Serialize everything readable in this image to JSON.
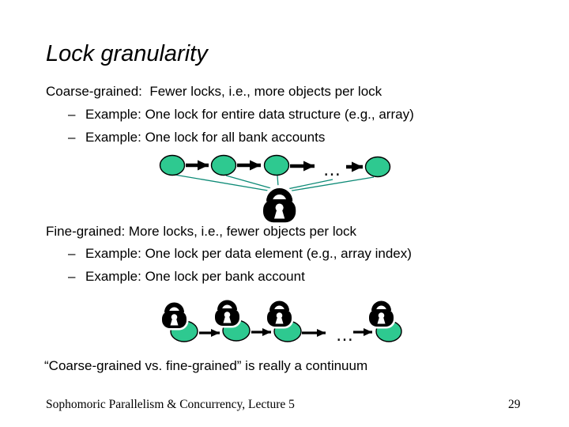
{
  "colors": {
    "node-green": "#2ec990",
    "link-teal": "#0d8a76",
    "ink": "#000000"
  },
  "title": "Lock granularity",
  "coarse": {
    "heading": "Coarse-grained:  Fewer locks, i.e., more objects per lock",
    "bullets": [
      {
        "marker": "–",
        "text": "Example: One lock for entire data structure (e.g., array)"
      },
      {
        "marker": "–",
        "text": "Example: One lock for all bank accounts"
      }
    ],
    "diagram_ellipsis": "…"
  },
  "fine": {
    "heading": "Fine-grained: More locks, i.e., fewer objects per lock",
    "bullets": [
      {
        "marker": "–",
        "text": "Example: One lock per data element (e.g., array index)"
      },
      {
        "marker": "–",
        "text": "Example: One lock per bank account"
      }
    ],
    "diagram_ellipsis": "…"
  },
  "summary": "“Coarse-grained vs. fine-grained” is really a continuum",
  "footer": {
    "course": "Sophomoric Parallelism & Concurrency, Lecture 5",
    "page_number": "29"
  }
}
